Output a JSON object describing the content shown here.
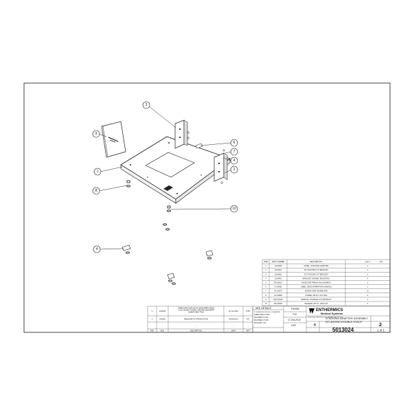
{
  "balloons": [
    "3",
    "9",
    "6",
    "7",
    "4",
    "2",
    "1",
    "8",
    "10",
    "4"
  ],
  "doc_label": "SH",
  "bom": {
    "headers": [
      "ITEM",
      "PART NUMBER",
      "DESCRIPTION",
      "QUANTITY"
    ],
    "rows": [
      {
        "item": "1",
        "part": "1014068",
        "desc": "PANEL, STACKING ADAPTER",
        "qty": "1"
      },
      {
        "item": "2",
        "part": "1014064",
        "desc": "DC STACKING KIT BRACKET",
        "qty": "1"
      },
      {
        "item": "3",
        "part": "1014065",
        "desc": "DC STACKING KIT BRACKET",
        "qty": "1"
      },
      {
        "item": "4",
        "part": "1014463",
        "desc": "BRACKET, SEISMIC MOUNTING",
        "qty": "4"
      },
      {
        "item": "5",
        "part": "EN-28012",
        "desc": "ENVELOPE PRESS ON/CHG/REVS",
        "qty": "1"
      },
      {
        "item": "6",
        "part": "LA-36401",
        "desc": "LABEL, READ OPERATOR'S MANUAL",
        "qty": "1"
      },
      {
        "item": "7",
        "part": "SC-20070",
        "desc": "SCREW, 6M8,75/16MM PAN",
        "qty": "11"
      },
      {
        "item": "8",
        "part": "SC-24869",
        "desc": "SCREW, 3/8-16 X 3/4\" HEX",
        "qty": "4"
      },
      {
        "item": "9",
        "part": "DRV-20146",
        "desc": "SERVICE, STACKING KIT INSTRUCT",
        "qty": "1"
      },
      {
        "item": "10",
        "part": "WA-20093",
        "desc": "WASHER, 3/8\" ID, .030 FLAT",
        "qty": "4"
      }
    ]
  },
  "revisions": {
    "rows": [
      {
        "rev": "2",
        "eco": "1011166",
        "desc": "ADDED SPH-20146 LID DC-DVH8 (48RS-20091) & LID 1014463 TO BOM, UPDATED DESCRIPTION/MATCHED TITLE",
        "date": "20 Jun 2019",
        "apr": "HXB"
      },
      {
        "rev": "1",
        "eco": "P30080",
        "desc": "RELEASED TO PRODUCTION",
        "date": "06/20/2013",
        "apr": "TLP"
      },
      {
        "rev": "-",
        "eco": "-",
        "desc": "-",
        "date": "-",
        "apr": "-"
      }
    ],
    "headers": [
      "REV",
      "ECO",
      "DESCRIPTION",
      "DATE",
      "APP"
    ]
  },
  "title_block": {
    "see_details": "SEE DETAILS",
    "tolerances_title": "TOLERANCES UNLESS OTHERWISE",
    "tolerance_lines": [
      "FABRICATED ± 0.015",
      "MACHINED ± 0.010",
      "MACHINED ± 0.005",
      "ANGULAR ± 1/2°"
    ],
    "eco": "P30080",
    "drawn_by": "TLP",
    "date": "17-Oct-2012",
    "scale": "4:50",
    "size": "B",
    "company_line1": "ENTHERMICS",
    "company_line2": "Medical Systems",
    "company_address": "W193 N13461 WESTWOOD DR, GERMANTOWN, WI 53022",
    "title_line1": "STACKING ADAPTER ASSEMBLY",
    "title_line2": "DC-400/250 DOUBLE STACK",
    "dwg_no": "5013024",
    "rev": "2",
    "sheet": "1 of 1"
  }
}
